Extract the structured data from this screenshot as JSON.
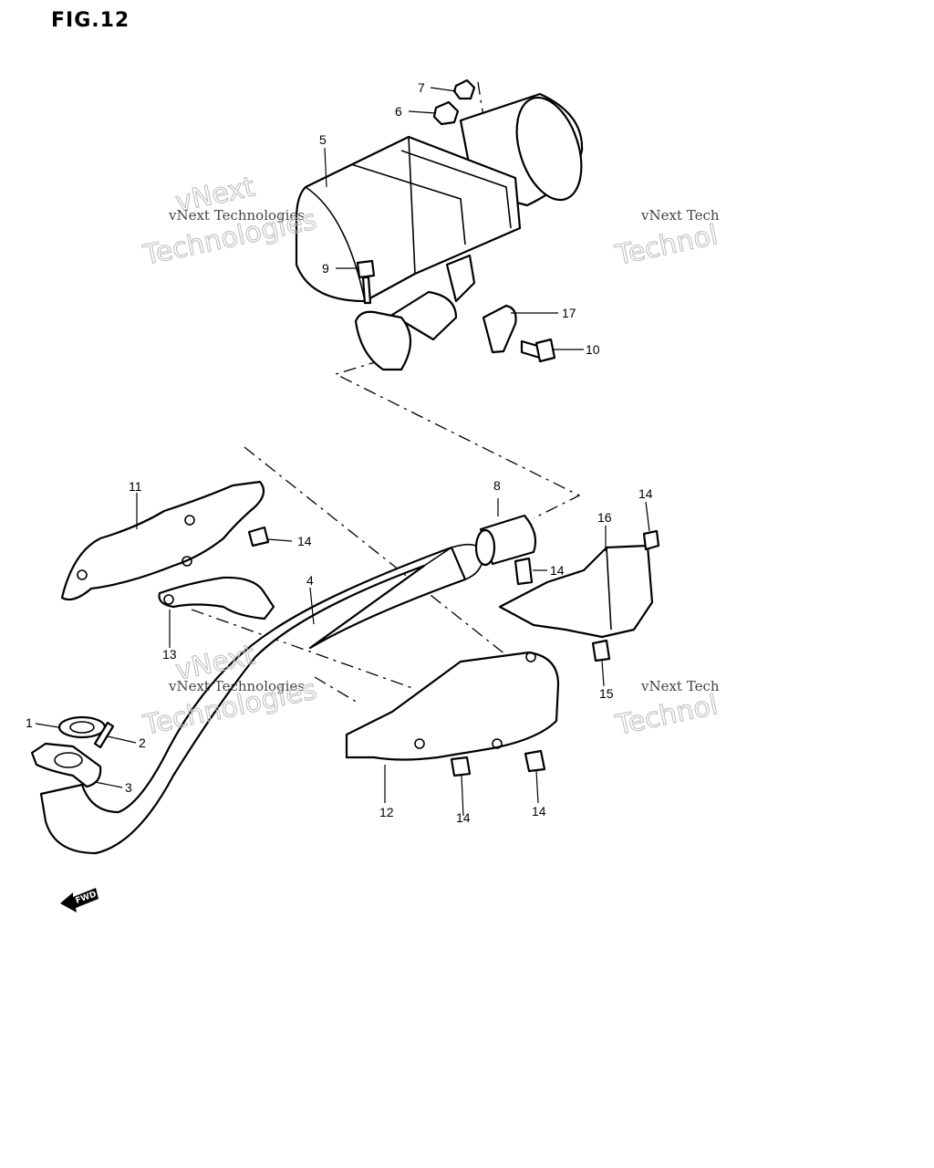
{
  "figure": {
    "title": "FIG.12"
  },
  "callouts": [
    {
      "id": "c1",
      "label": "1"
    },
    {
      "id": "c2",
      "label": "2"
    },
    {
      "id": "c3",
      "label": "3"
    },
    {
      "id": "c4",
      "label": "4"
    },
    {
      "id": "c5",
      "label": "5"
    },
    {
      "id": "c6",
      "label": "6"
    },
    {
      "id": "c7",
      "label": "7"
    },
    {
      "id": "c8",
      "label": "8"
    },
    {
      "id": "c9",
      "label": "9"
    },
    {
      "id": "c10",
      "label": "10"
    },
    {
      "id": "c11",
      "label": "11"
    },
    {
      "id": "c12",
      "label": "12"
    },
    {
      "id": "c13",
      "label": "13"
    },
    {
      "id": "c14a",
      "label": "14"
    },
    {
      "id": "c14b",
      "label": "14"
    },
    {
      "id": "c14c",
      "label": "14"
    },
    {
      "id": "c14d",
      "label": "14"
    },
    {
      "id": "c14e",
      "label": "14"
    },
    {
      "id": "c15",
      "label": "15"
    },
    {
      "id": "c16",
      "label": "16"
    },
    {
      "id": "c17",
      "label": "17"
    }
  ],
  "watermark": {
    "line1": "vNext Technologies",
    "line2": "Technologies",
    "line3": "vNext",
    "right_line1": "vNext Tech",
    "right_line2": "Technol"
  },
  "fwd_arrow": {
    "label": "FWD"
  }
}
